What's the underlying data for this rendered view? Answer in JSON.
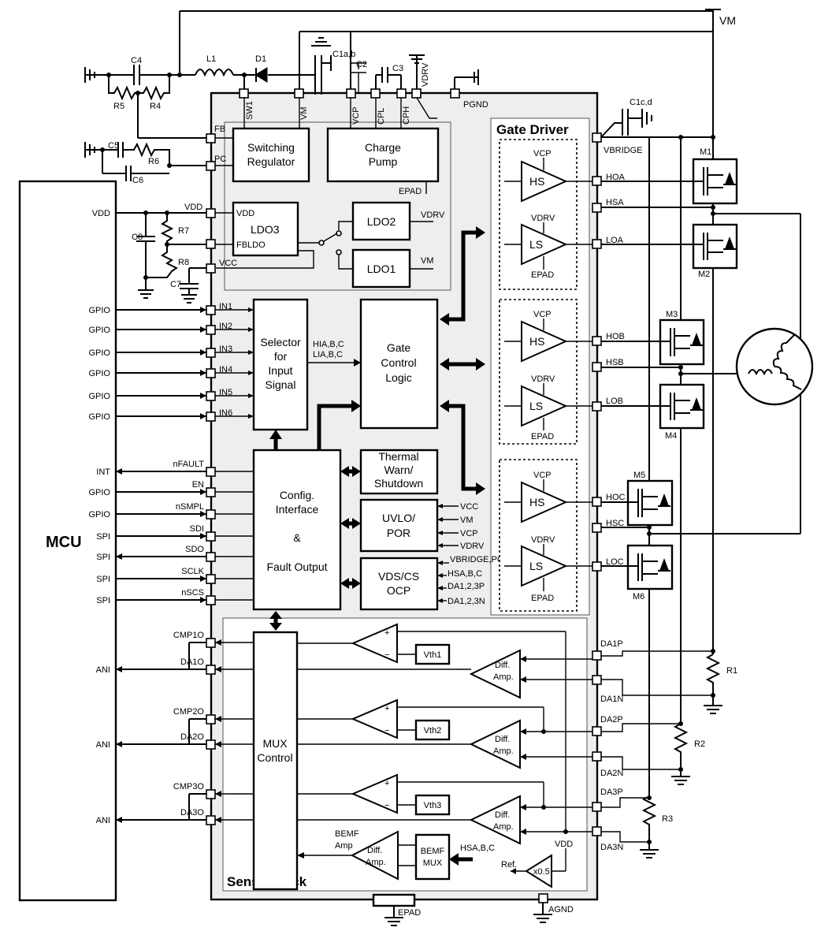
{
  "labels": {
    "vm_rail": "VM",
    "mcu": "MCU",
    "gate_driver": "Gate Driver",
    "sense_block": "Sense Block",
    "switching_regulator": [
      "Switching",
      "Regulator"
    ],
    "charge_pump": [
      "Charge",
      "Pump"
    ],
    "ldo3": "LDO3",
    "ldo2": "LDO2",
    "ldo1": "LDO1",
    "selector": [
      "Selector",
      "for",
      "Input",
      "Signal"
    ],
    "gate_control": [
      "Gate",
      "Control",
      "Logic"
    ],
    "config": [
      "Config.",
      "Interface",
      "&",
      "Fault Output"
    ],
    "thermal": [
      "Thermal",
      "Warn/",
      "Shutdown"
    ],
    "uvlo": [
      "UVLO/",
      "POR"
    ],
    "vds": [
      "VDS/CS",
      "OCP"
    ],
    "mux_control": [
      "MUX",
      "Control"
    ],
    "hs": "HS",
    "ls": "LS",
    "vcp": "VCP",
    "vdrv": "VDRV",
    "epad": "EPAD",
    "diff_amp": [
      "Diff.",
      "Amp."
    ],
    "vth": [
      "Vth1",
      "Vth2",
      "Vth3"
    ],
    "bemf_mux": [
      "BEMF",
      "MUX"
    ],
    "bemf_amp": [
      "BEMF",
      "Amp"
    ],
    "hsabc": "HSA,B,C",
    "hiabc": "HIA,B,C",
    "liabc": "LIA,B,C",
    "ref": "Ref.",
    "x05": "x0.5",
    "vdd": "VDD",
    "agnd": "AGND",
    "pgnd": "PGND",
    "vbridge": "VBRIDGE",
    "plus": "+",
    "minus": "−",
    "amp": "&"
  },
  "top_pins": [
    "SW1",
    "VM",
    "VCP",
    "CPL",
    "CPH",
    "VDRV"
  ],
  "left_pins": [
    "FB",
    "PC",
    "VDD",
    "FBLDO",
    "VCC",
    "IN1",
    "IN2",
    "IN3",
    "IN4",
    "IN5",
    "IN6",
    "nFAULT",
    "EN",
    "nSMPL",
    "SDI",
    "SDO",
    "SCLK",
    "nSCS",
    "CMP1O",
    "DA1O",
    "CMP2O",
    "DA2O",
    "CMP3O",
    "DA3O"
  ],
  "right_pins": [
    "VBRIDGE",
    "HOA",
    "HSA",
    "LOA",
    "HOB",
    "HSB",
    "LOB",
    "HOC",
    "HSC",
    "LOC",
    "DA1P",
    "DA1N",
    "DA2P",
    "DA2N",
    "DA3P",
    "DA3N"
  ],
  "mcu_pins": [
    "VDD",
    "GPIO",
    "GPIO",
    "GPIO",
    "GPIO",
    "GPIO",
    "GPIO",
    "INT",
    "GPIO",
    "GPIO",
    "SPI",
    "SPI",
    "SPI",
    "SPI",
    "ANI",
    "ANI",
    "ANI"
  ],
  "components": [
    "C4",
    "L1",
    "D1",
    "C1a,b",
    "C2",
    "C3",
    "R5",
    "R4",
    "C5",
    "R6",
    "C6",
    "C8",
    "R7",
    "R8",
    "C7",
    "C1c,d",
    "M1",
    "M2",
    "M3",
    "M4",
    "M5",
    "M6",
    "R1",
    "R2",
    "R3"
  ],
  "ldo_inputs": [
    "VDRV",
    "VM"
  ],
  "uvlo_inputs": [
    "VCC",
    "VM",
    "VCP",
    "VDRV"
  ],
  "vds_inputs": [
    "VBRIDGE,PGND",
    "HSA,B,C",
    "DA1,2,3P",
    "DA1,2,3N"
  ]
}
